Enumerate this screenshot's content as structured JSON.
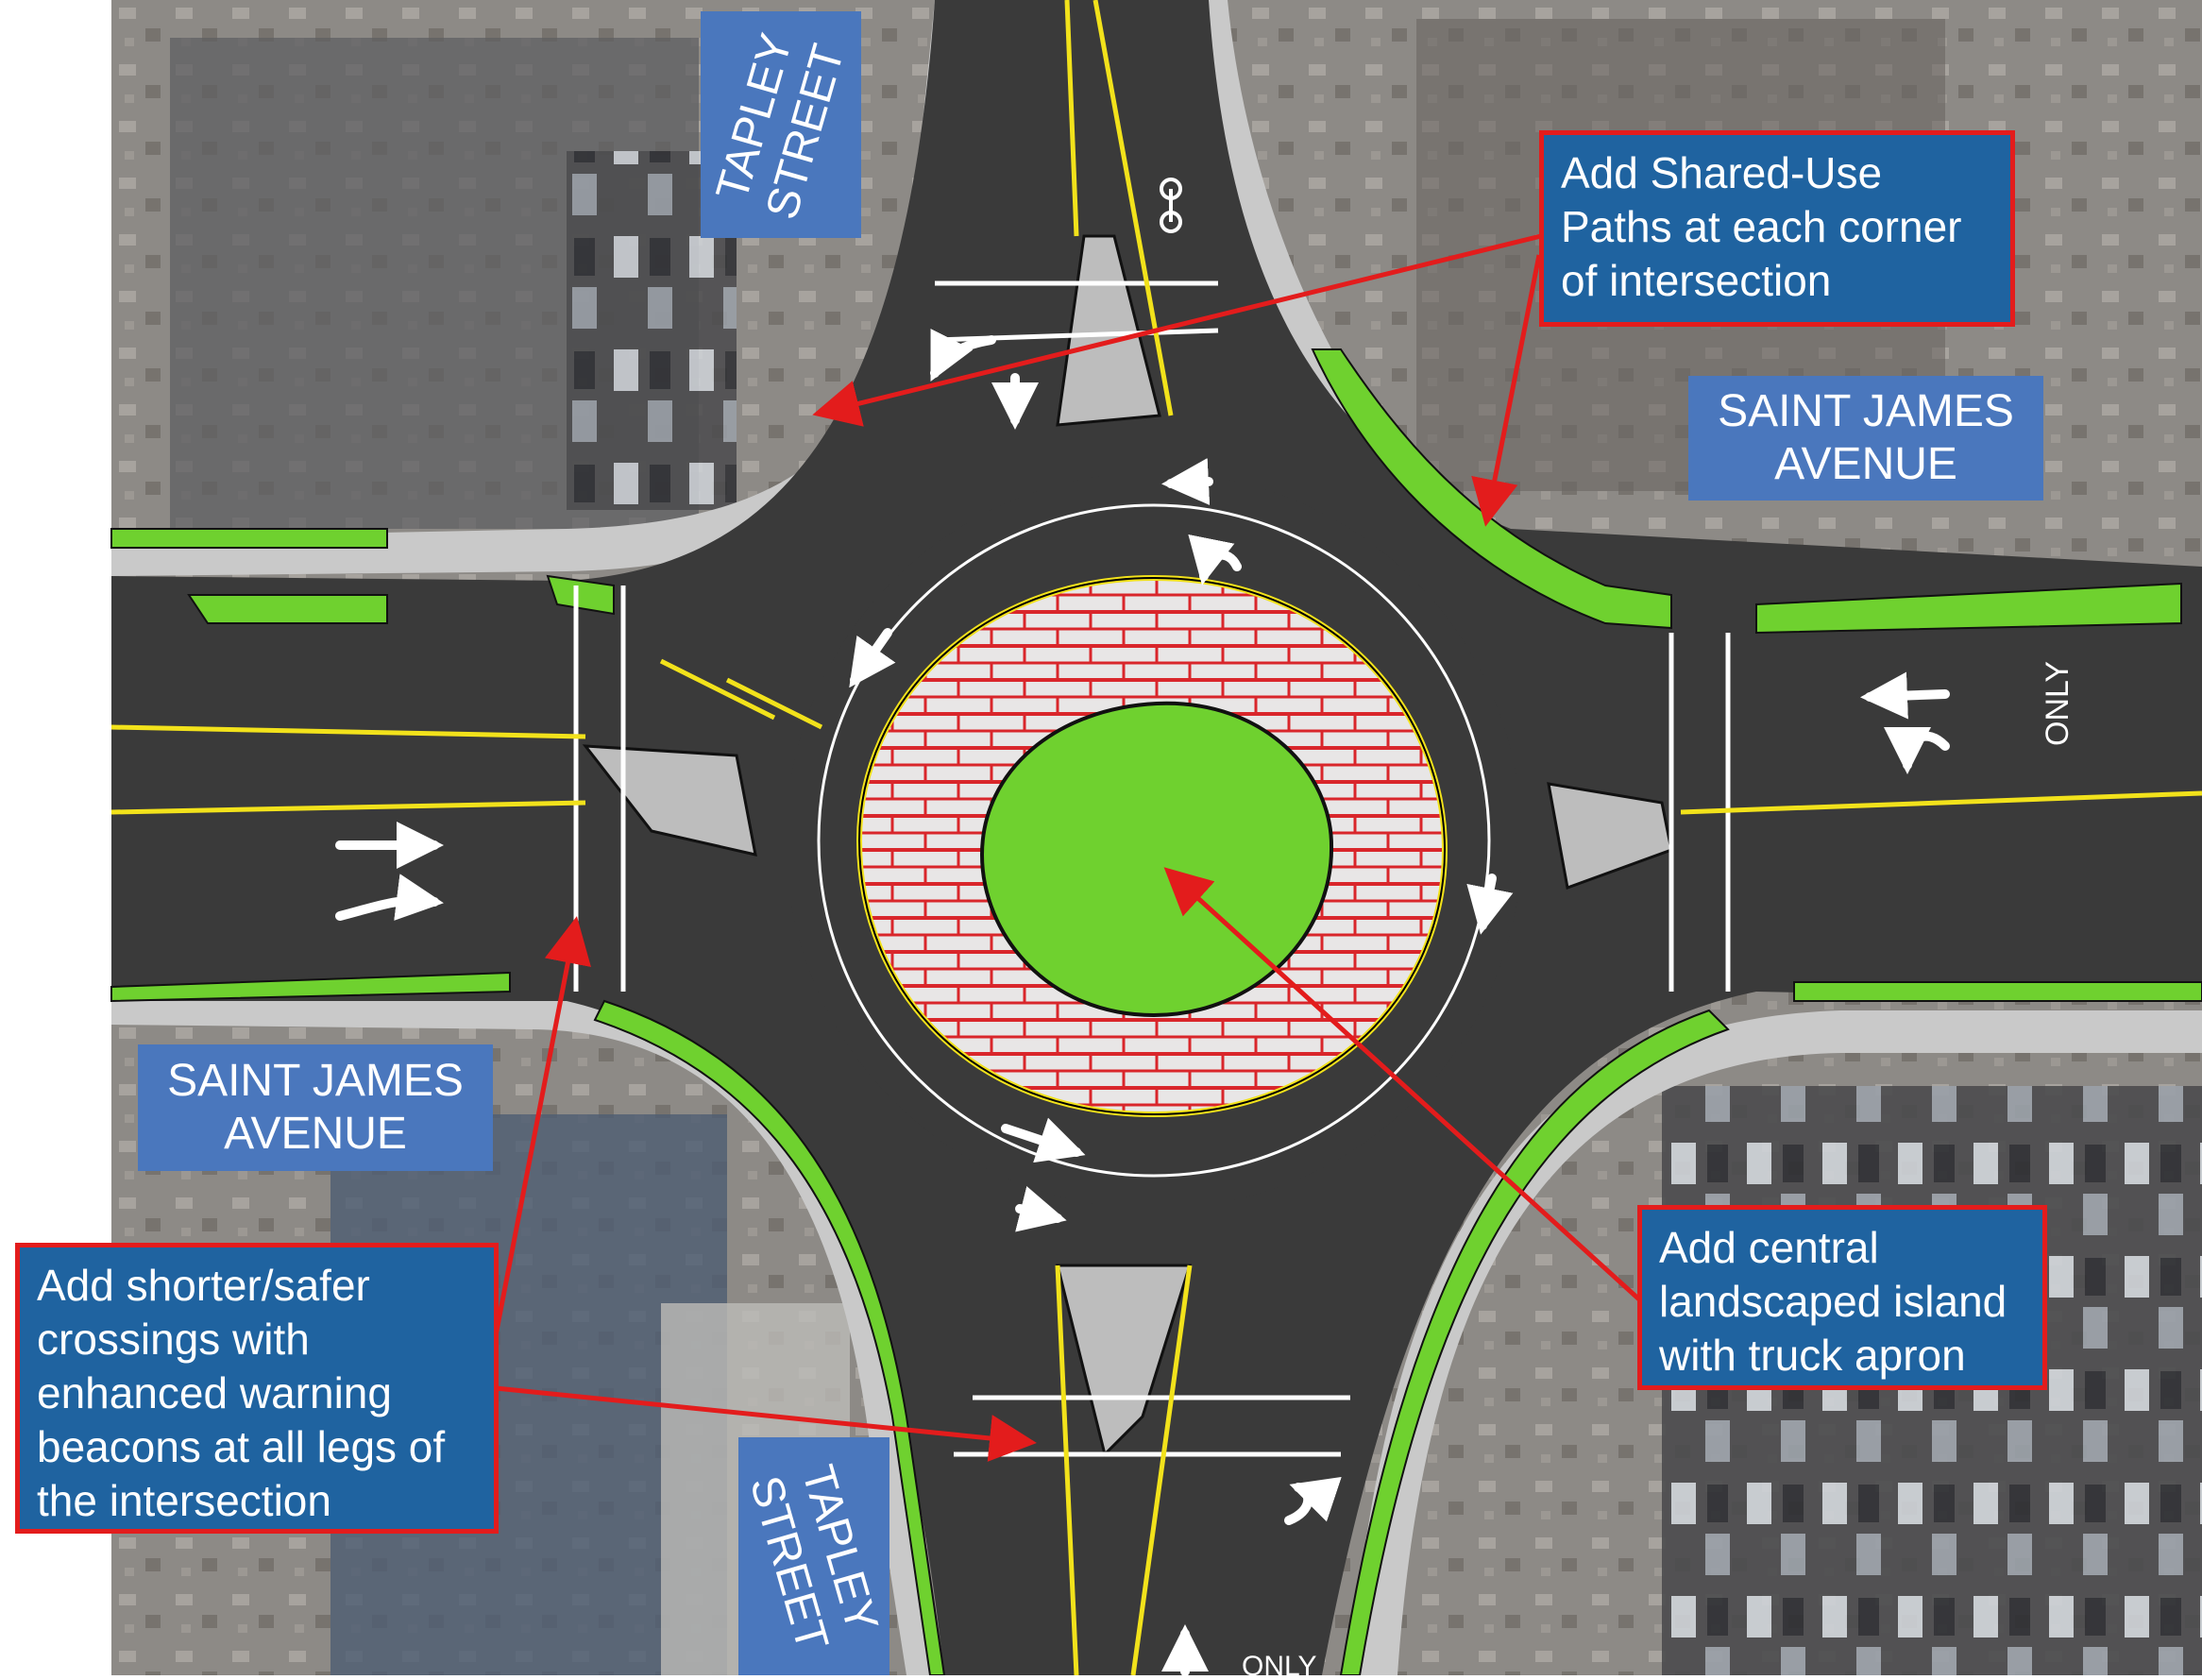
{
  "road_labels": {
    "tapley_north": [
      "TAPLEY",
      "STREET"
    ],
    "saint_james_east": [
      "SAINT JAMES",
      "AVENUE"
    ],
    "saint_james_west": [
      "SAINT JAMES",
      "AVENUE"
    ],
    "tapley_south": [
      "TAPLEY",
      "STREET"
    ]
  },
  "pavement_text": {
    "only_east": "ONLY",
    "only_south": "ONLY"
  },
  "callouts": {
    "shared_use": [
      "Add Shared-Use",
      "Paths at each corner",
      "of intersection"
    ],
    "central_island": [
      "Add central",
      "landscaped island",
      "with truck apron"
    ],
    "crossings": [
      "Add shorter/safer",
      "crossings with",
      "enhanced warning",
      "beacons at all legs of",
      "the intersection"
    ]
  },
  "colors": {
    "asphalt": "#3a3a3a",
    "sidewalk": "#c9c9c9",
    "landscape": "#6fd12f",
    "apron_red": "#d9262b",
    "label_blue": "#4a77bd",
    "callout_blue": "#1f63a0",
    "callout_border": "#e31c1c",
    "arrow_red": "#e31c1c"
  }
}
